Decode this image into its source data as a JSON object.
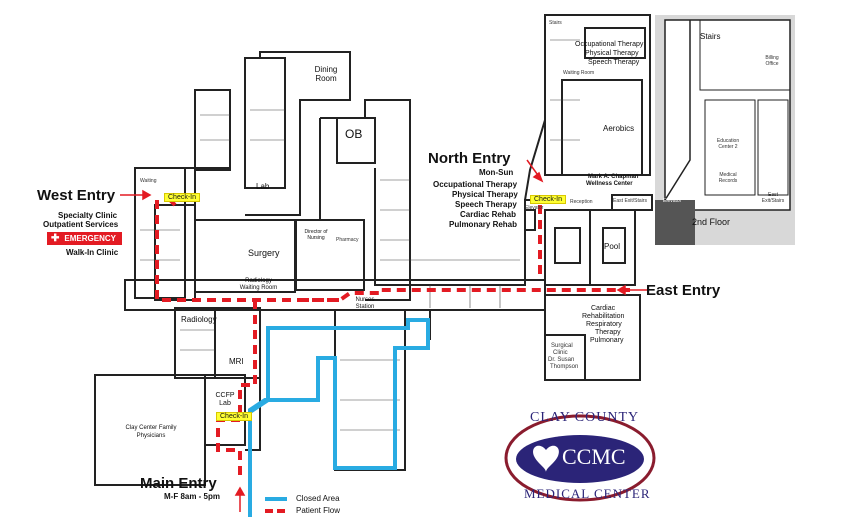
{
  "entries": {
    "west": {
      "title": "West Entry",
      "lines": [
        "Specialty Clinic",
        "Outpatient Services"
      ],
      "emergency": "EMERGENCY",
      "walkin": "Walk-In Clinic"
    },
    "north": {
      "title": "North Entry",
      "hours": "Mon-Sun",
      "services": [
        "Occupational Therapy",
        "Physical Therapy",
        "Speech Therapy",
        "Cardiac Rehab",
        "Pulmonary Rehab"
      ]
    },
    "east": {
      "title": "East Entry"
    },
    "main": {
      "title": "Main Entry",
      "hours": "M-F 8am - 5pm"
    }
  },
  "checkin": "Check-In",
  "rooms": {
    "dining": "Dining Room",
    "ob": "OB",
    "lab": "Lab",
    "surgery": "Surgery",
    "radiology_waiting": "Radiology Waiting Room",
    "nursing": "Director of Nursing",
    "pharmacy": "Pharmacy",
    "radiology": "Radiology",
    "mri": "MRI",
    "ccfp_lab": "CCFP Lab",
    "clay_center": "Clay Center Family Physicians",
    "nurses_station": "Nurses Station",
    "therapy": [
      "Occupational Therapy",
      "Physical Therapy",
      "Speech Therapy"
    ],
    "aerobics": "Aerobics",
    "wellness": [
      "Mark A. Chapman",
      "Wellness Center"
    ],
    "elevator": "Elevator",
    "east_exit": "East Exit/Stairs",
    "pool": "Pool",
    "cardiac": [
      "Cardiac",
      "Rehabilitation",
      "Respiratory",
      "Therapy",
      "Pulmonary"
    ],
    "surgical_clinic": [
      "Surgical",
      "Clinic",
      "Dr. Susan",
      "Thompson"
    ],
    "stairs": "Stairs",
    "reception": "Reception",
    "waiting_room": "Waiting Room",
    "waiting": "Waiting"
  },
  "second_floor": {
    "label": "2nd Floor",
    "stairs": "Stairs",
    "billing": "Billing Office",
    "education": "Education Center 2",
    "medical_records": "Medical Records",
    "elevator": "Elevator",
    "east_exit": "East Exit/Stairs"
  },
  "legend": {
    "closed": "Closed Area",
    "patient_flow": "Patient Flow"
  },
  "logo": {
    "top": "CLAY COUNTY",
    "mid": "CCMC",
    "bottom": "MEDICAL CENTER"
  },
  "colors": {
    "flow": "#e31b23",
    "closed": "#29abe2",
    "logo": "#2b2478",
    "logo_accent": "#8a1c2e",
    "checkin": "#ffff33"
  }
}
